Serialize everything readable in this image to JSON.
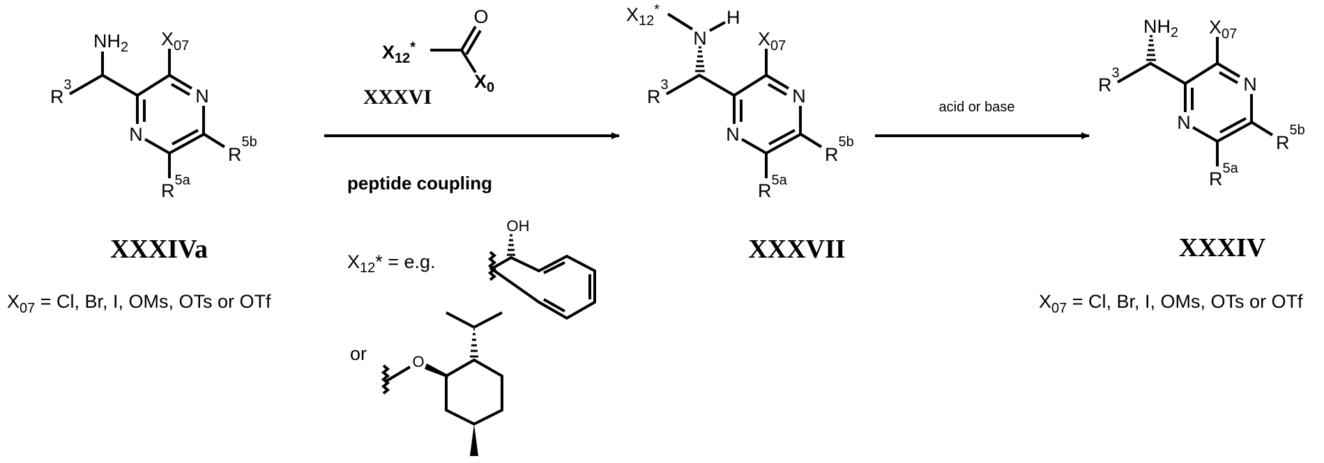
{
  "compounds": [
    {
      "id": "XXXIVa",
      "amine": {
        "main": "NH",
        "sub": "2"
      },
      "note": "X07 = Cl, Br, I, OMs, OTs or OTf"
    },
    {
      "id": "XXXVII",
      "amine": {
        "main": "N",
        "h": "H"
      },
      "acyl": {
        "main": "X",
        "sub": "12",
        "sup": "*"
      }
    },
    {
      "id": "XXXIV",
      "amine": {
        "main": "NH",
        "sub": "2"
      },
      "note": "X07 = Cl, Br, I, OMs, OTs or OTf"
    }
  ],
  "ring": {
    "n": "N",
    "r": "R",
    "x": "X",
    "x_sub": "07",
    "r3_sup": "3",
    "r5a_sup": "5a",
    "r5b_sup": "5b"
  },
  "note_parts": {
    "x": "X",
    "sub": "07",
    "rest": " = Cl, Br, I, OMs, OTs or OTf"
  },
  "step1": {
    "reagent_id": "XXXVI",
    "reagent": {
      "x": "X",
      "sub": "12",
      "star": "*",
      "o": "O",
      "x0": "X",
      "x0_sub": "0"
    },
    "condition": "peptide coupling",
    "example_prefix": {
      "x": "X",
      "sub": "12",
      "rest": "* = e.g."
    },
    "oh": "OH",
    "or": "or",
    "o": "O"
  },
  "step2": {
    "condition": "acid or base"
  }
}
